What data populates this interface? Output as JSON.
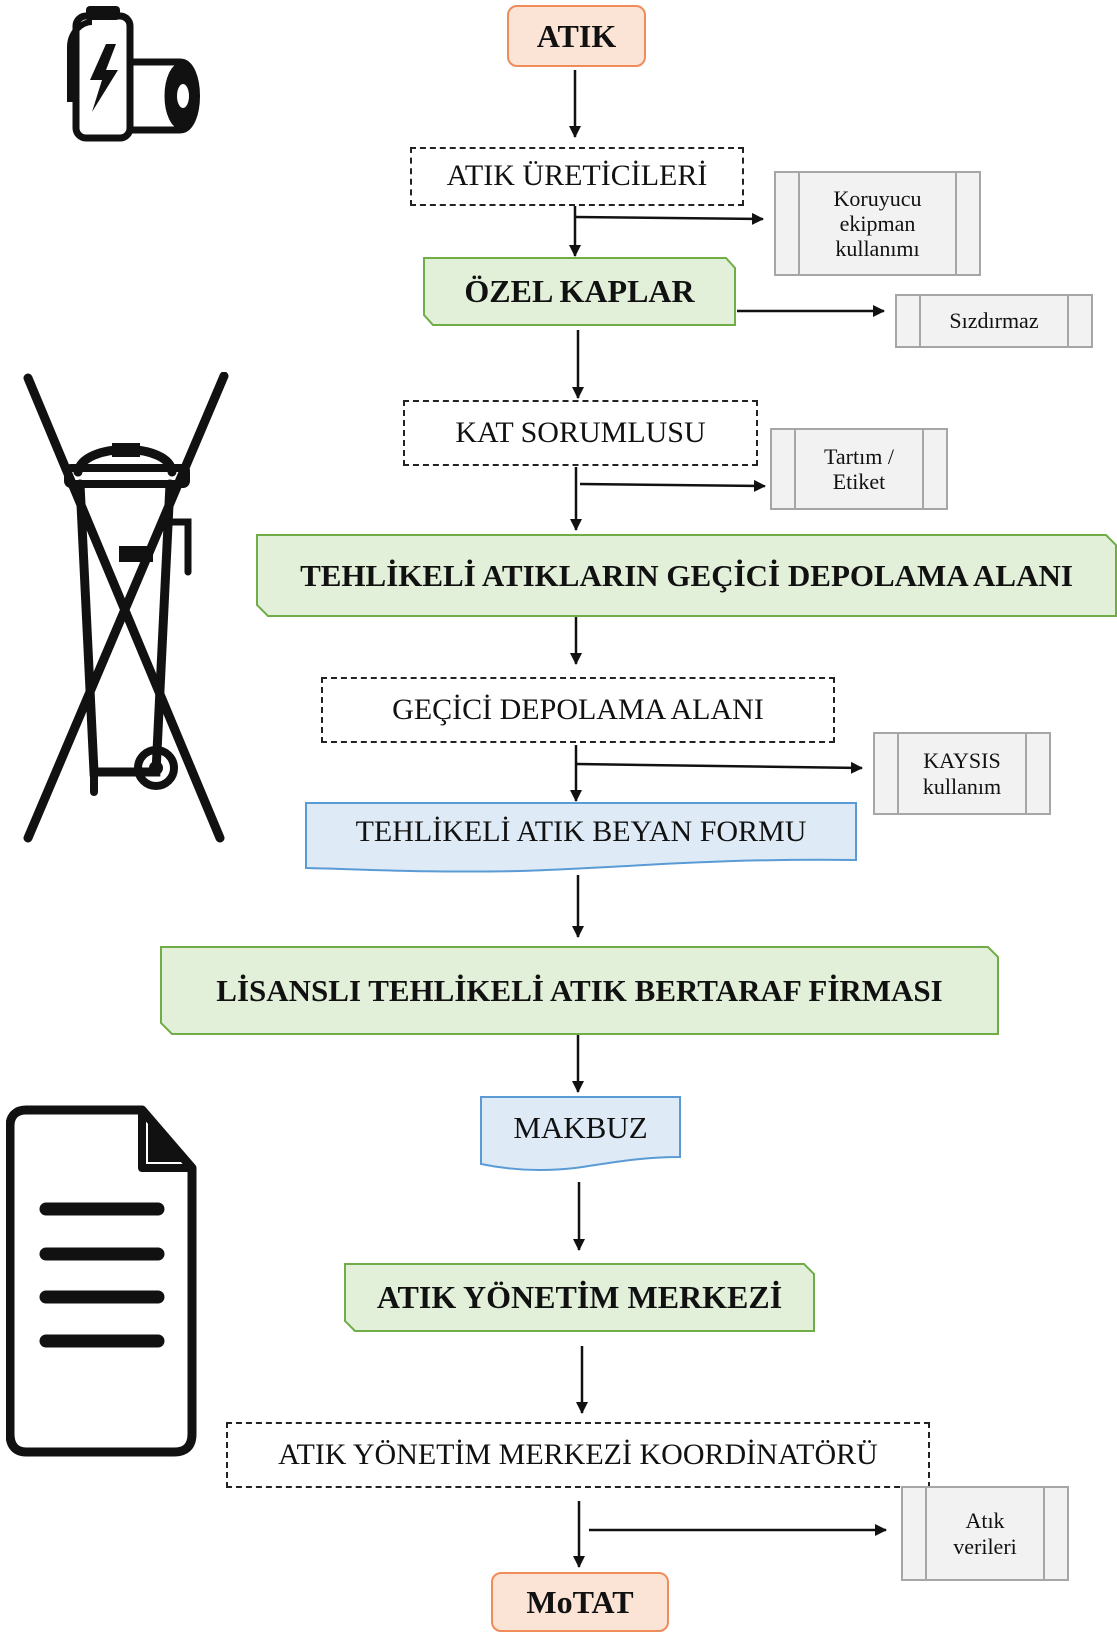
{
  "nodes": {
    "atik": "ATIK",
    "atik_ureticileri": "ATIK ÜRETİCİLERİ",
    "ozel_kaplar": "ÖZEL KAPLAR",
    "kat_sorumlusu": "KAT SORUMLUSU",
    "tehlikeli_depolama": "TEHLİKELİ ATIKLARIN GEÇİCİ DEPOLAMA ALANI",
    "gecici_depolama": "GEÇİCİ DEPOLAMA ALANI",
    "beyan_formu": "TEHLİKELİ ATIK BEYAN FORMU",
    "lisansli_firma": "LİSANSLI TEHLİKELİ ATIK BERTARAF FİRMASI",
    "makbuz": "MAKBUZ",
    "yonetim_merkezi": "ATIK YÖNETİM MERKEZİ",
    "koordinator": "ATIK YÖNETİM MERKEZİ KOORDİNATÖRÜ",
    "motat": "MoTAT"
  },
  "side_notes": {
    "koruyucu_1": "Koruyucu",
    "koruyucu_2": "ekipman",
    "koruyucu_3": "kullanımı",
    "sizdirmaz": "Sızdırmaz",
    "tartim_1": "Tartım /",
    "tartim_2": "Etiket",
    "kaysis_1": "KAYSIS",
    "kaysis_2": "kullanım",
    "atik_verileri_1": "Atık",
    "atik_verileri_2": "verileri"
  },
  "icons": [
    "battery-icon",
    "crossed-out-bin-icon",
    "document-icon"
  ],
  "colors": {
    "terminal_fill": "#fbe4d5",
    "terminal_border": "#f08b5a",
    "process_fill": "#e2efd9",
    "process_border": "#70ad47",
    "document_fill": "#deebf7",
    "document_border": "#5b9bd5",
    "side_fill": "#f2f2f2",
    "side_border": "#a6a6a6"
  }
}
